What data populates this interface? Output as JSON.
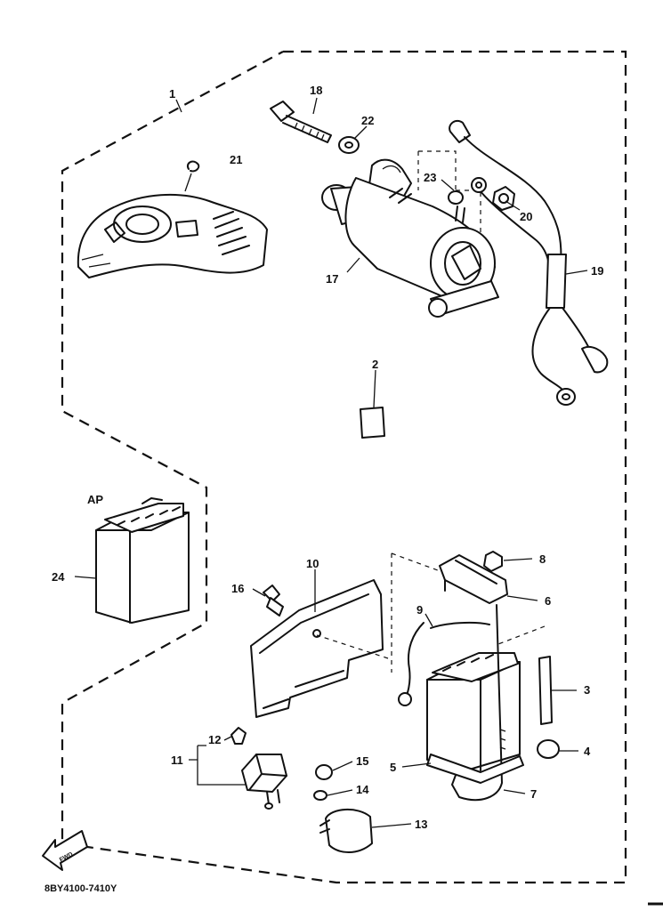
{
  "diagram": {
    "part_code": "8BY4100-7410Y",
    "front_arrow_text": "FWD",
    "battery_note": "AP",
    "callouts": {
      "c1": "1",
      "c2": "2",
      "c3": "3",
      "c4": "4",
      "c5": "5",
      "c6": "6",
      "c7": "7",
      "c8": "8",
      "c9": "9",
      "c10": "10",
      "c11": "11",
      "c12": "12",
      "c13": "13",
      "c14": "14",
      "c15": "15",
      "c16": "16",
      "c17": "17",
      "c18": "18",
      "c19": "19",
      "c20": "20",
      "c21": "21",
      "c22": "22",
      "c23": "23",
      "c24": "24"
    }
  }
}
